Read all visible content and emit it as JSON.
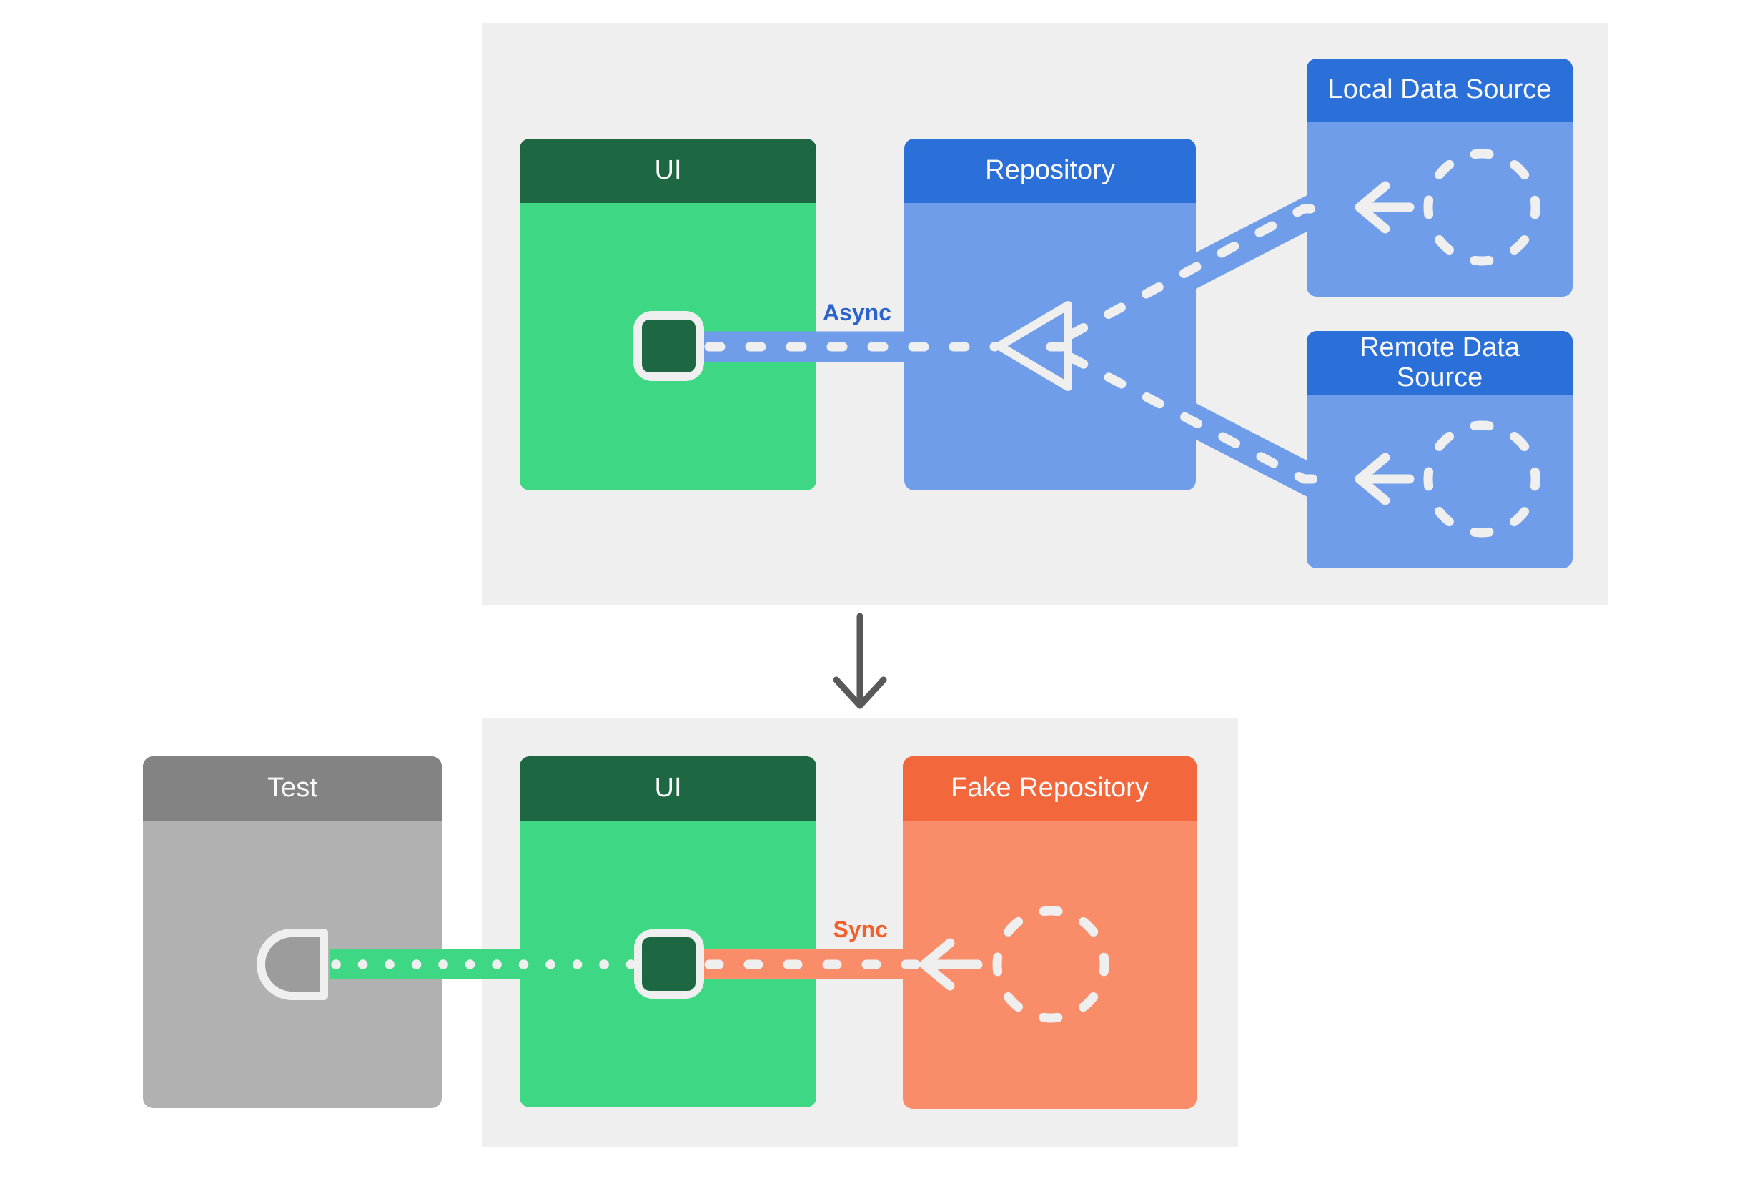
{
  "production": {
    "ui": {
      "title": "UI"
    },
    "repository": {
      "title": "Repository"
    },
    "local_data_source": {
      "title": "Local Data Source"
    },
    "remote_data_source": {
      "title": "Remote Data Source"
    },
    "async_label": "Async"
  },
  "test": {
    "test_runner": {
      "title": "Test"
    },
    "ui": {
      "title": "UI"
    },
    "fake_repository": {
      "title": "Fake Repository"
    },
    "sync_label": "Sync"
  },
  "icons": {
    "merge-triangle-icon": "hollow left-pointing triangle where two dashed flows merge",
    "dashed-circle-icon": "dashed circle placeholder for a data-providing component",
    "left-arrow-icon": "solid left-pointing arrow showing data flow direction",
    "ui-chip-icon": "rounded square chip on the UI box where connectors attach",
    "socket-icon": "D-shaped socket on the Test box receiving the connector",
    "down-arrow-icon": "downward arrow from production diagram to test diagram"
  },
  "colors": {
    "page_background": "#ffffff",
    "panel_gray": "#efefef",
    "green_body": "#3ed783",
    "green_header": "#1d6843",
    "blue_header": "#2b6fd9",
    "blue_body": "#6f9de9",
    "async_text": "#2b63cc",
    "orange_header": "#f2683c",
    "orange_body": "#f98d69",
    "sync_text": "#f1602d",
    "test_header_gray": "#838383",
    "test_body_gray": "#b1b1b1",
    "connector_white": "#efefef",
    "down_arrow_gray": "#595959"
  }
}
